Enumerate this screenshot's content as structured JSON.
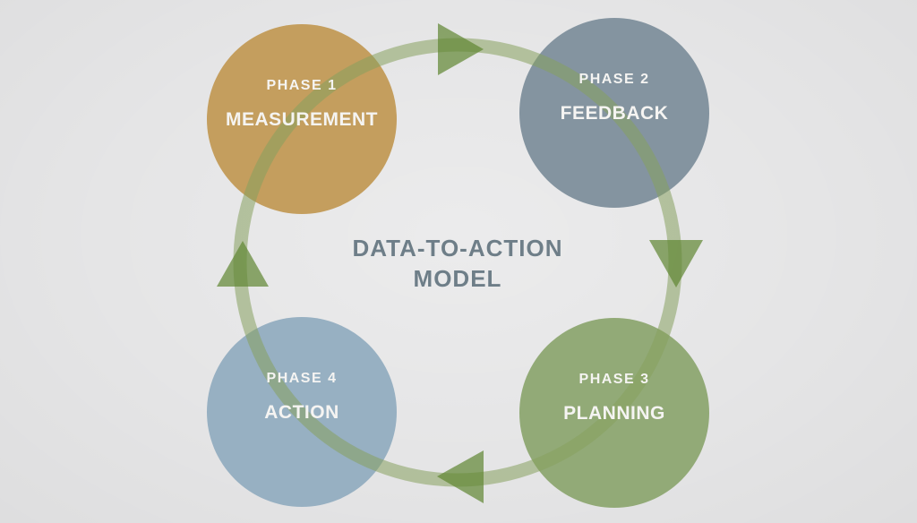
{
  "title": {
    "line1": "DATA-TO-ACTION",
    "line2": "MODEL"
  },
  "phases": [
    {
      "label": "PHASE 1",
      "name": "MEASUREMENT",
      "color": "#c49e5e"
    },
    {
      "label": "PHASE 2",
      "name": "FEEDBACK",
      "color": "#8494a0"
    },
    {
      "label": "PHASE 3",
      "name": "PLANNING",
      "color": "#92aa77"
    },
    {
      "label": "PHASE 4",
      "name": "ACTION",
      "color": "#97b0c2"
    }
  ],
  "cycle": {
    "direction": "clockwise",
    "arrow_count": 4
  },
  "colors": {
    "background": "#e5e5e6",
    "ring": "rgba(135,160,95,0.55)",
    "arrow": "rgba(95,134,50,0.7)",
    "title_text": "#6e7e88",
    "circle_text": "#f5f4f2"
  }
}
